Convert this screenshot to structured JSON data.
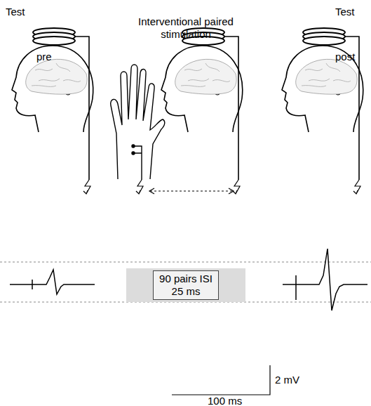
{
  "diagram": {
    "nodes": [
      {
        "text": [
          "90 pairs ISI 25 ms"
        ]
      }
    ],
    "labels": [
      "Test",
      "pre",
      "Interventional paired stimulation",
      "Test",
      "post",
      "2 mV",
      "100 ms"
    ]
  }
}
